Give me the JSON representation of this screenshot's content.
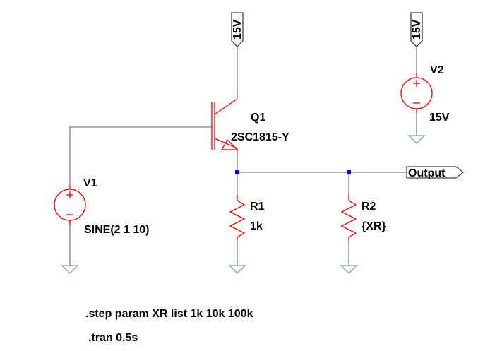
{
  "supply_label_q1": "15V",
  "supply_label_v2": "15V",
  "components": {
    "q1": {
      "name": "Q1",
      "value": "2SC1815-Y"
    },
    "v1": {
      "name": "V1",
      "value": "SINE(2 1 10)"
    },
    "v2": {
      "name": "V2",
      "value": "15V"
    },
    "r1": {
      "name": "R1",
      "value": "1k"
    },
    "r2": {
      "name": "R2",
      "value": "{XR}"
    }
  },
  "output_label": "Output",
  "directives": {
    "step": ".step param XR list 1k  10k 100k",
    "tran": ".tran 0.5s"
  },
  "colors": {
    "wire": "#808080",
    "component": "#ff0000",
    "ground": "#7d9bd4",
    "junction": "#0000ff"
  }
}
